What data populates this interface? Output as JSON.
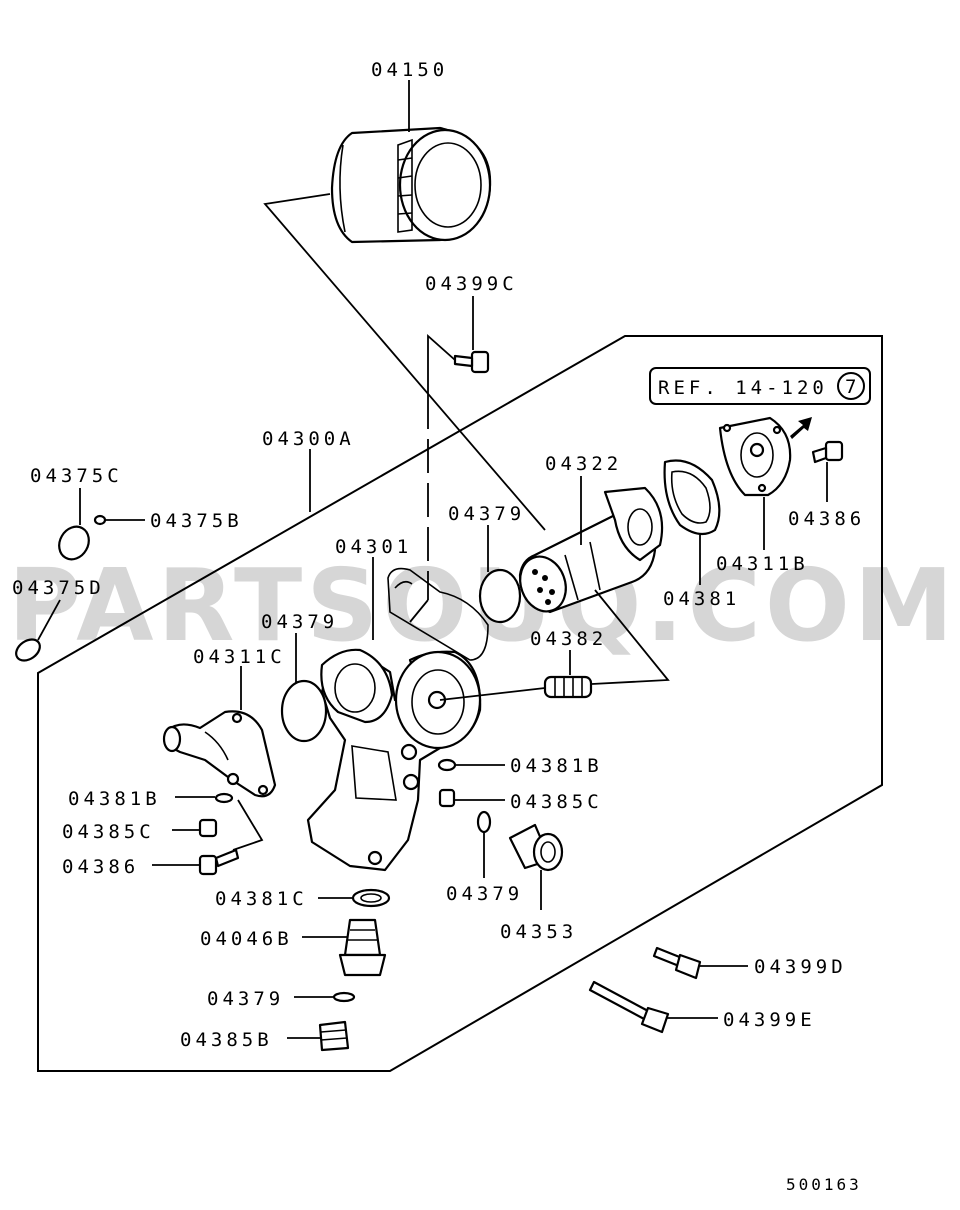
{
  "watermark": "PARTSOUQ.COM",
  "ref": {
    "text": "REF. 14-120",
    "circle_num": "7"
  },
  "diagram_code": "500163",
  "labels": {
    "p04150": "04150",
    "p04399C": "04399C",
    "p04300A": "04300A",
    "p04375C": "04375C",
    "p04375B": "04375B",
    "p04375D": "04375D",
    "p04301": "04301",
    "p04379a": "04379",
    "p04379b": "04379",
    "p04379c": "04379",
    "p04379d": "04379",
    "p04311C": "04311C",
    "p04322": "04322",
    "p04381": "04381",
    "p04311B": "04311B",
    "p04386a": "04386",
    "p04386b": "04386",
    "p04382": "04382",
    "p04381B_r": "04381B",
    "p04381B_l": "04381B",
    "p04385C_r": "04385C",
    "p04385C_l": "04385C",
    "p04381C": "04381C",
    "p04046B": "04046B",
    "p04385B": "04385B",
    "p04353": "04353",
    "p04399D": "04399D",
    "p04399E": "04399E"
  },
  "icons": [
    "oil-filter-icon",
    "oil-cooler-icon",
    "bracket-icon",
    "bolt-icon",
    "o-ring-icon",
    "gasket-icon",
    "arrow-icon"
  ]
}
